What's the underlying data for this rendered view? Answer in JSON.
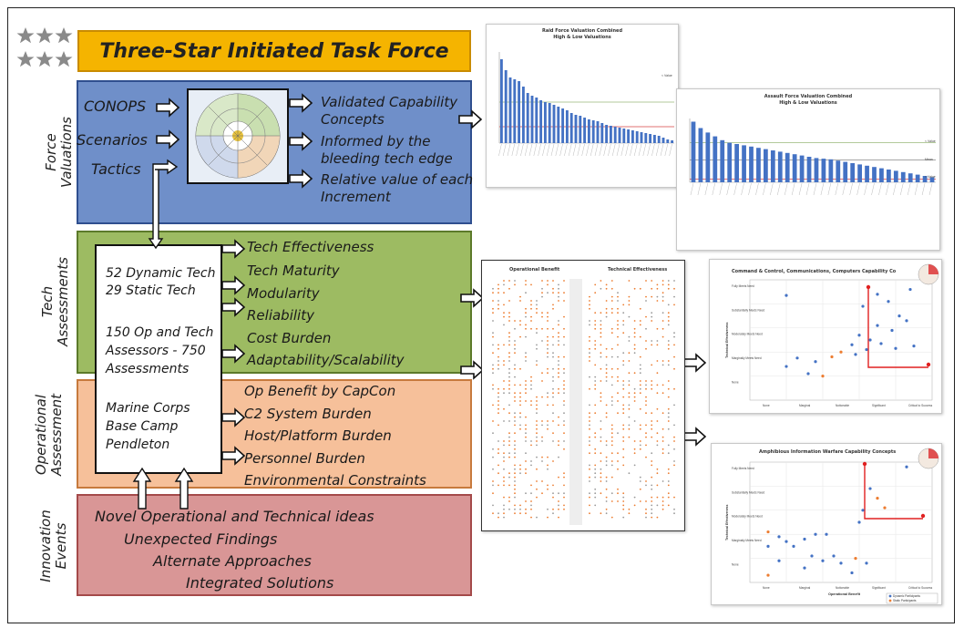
{
  "title": "Three-Star Initiated Task Force",
  "colors": {
    "title_fill": "#f5b400",
    "force_fill": "#6f8fc9",
    "tech_fill": "#9dbb62",
    "op_fill": "#f6c09a",
    "innov_fill": "#d99696",
    "bar_blue": "#4472c4",
    "orange": "#ed7d31",
    "red": "#e02020"
  },
  "rows": {
    "force": {
      "label_line1": "Force",
      "label_line2": "Valuations",
      "inputs": [
        "CONOPS",
        "Scenarios",
        "Tactics"
      ],
      "outputs": [
        "Validated Capability Concepts",
        "Informed by the bleeding tech edge",
        "Relative value of each Increment"
      ],
      "outputs_lines": [
        [
          "Validated Capability",
          "Concepts"
        ],
        [
          "Informed by the",
          "bleeding tech edge"
        ],
        [
          "Relative value of each",
          "Increment"
        ]
      ]
    },
    "tech": {
      "label_line1": "Tech",
      "label_line2": "Assessments",
      "outputs": [
        "Tech Effectiveness",
        "Tech Maturity",
        "Modularity",
        "Reliability",
        "Cost Burden",
        "Adaptability/Scalability"
      ]
    },
    "op": {
      "label_line1": "Operational",
      "label_line2": "Assessment",
      "outputs": [
        "Op Benefit by CapCon",
        "C2 System Burden",
        "Host/Platform Burden",
        "Personnel Burden",
        "Environmental Constraints"
      ]
    },
    "innovation": {
      "label_line1": "Innovation",
      "label_line2": "Events",
      "items": [
        "Novel Operational and Technical ideas",
        "Unexpected Findings",
        "Alternate Approaches",
        "Integrated Solutions"
      ]
    }
  },
  "center_box": {
    "line1": "52 Dynamic Tech",
    "line2": "29 Static Tech",
    "line3": "150 Op and Tech",
    "line4": "Assessors - 750",
    "line5": "Assessments",
    "line6": "Marine Corps",
    "line7": "Base Camp",
    "line8": "Pendleton"
  },
  "charts": {
    "raid": {
      "title": "Raid Force Valuation Combined",
      "subtitle": "High & Low Valuations",
      "values": [
        92,
        80,
        72,
        70,
        68,
        62,
        55,
        52,
        50,
        47,
        45,
        44,
        42,
        40,
        38,
        36,
        33,
        31,
        30,
        28,
        26,
        25,
        24,
        22,
        20,
        19,
        18,
        17,
        16,
        15,
        14,
        13,
        12,
        11,
        10,
        9,
        8,
        6,
        4,
        3
      ],
      "ref_label": "< Value"
    },
    "assault": {
      "title": "Assault Force Valuation Combined",
      "subtitle": "High & Low Valuations",
      "values": [
        95,
        85,
        78,
        72,
        66,
        62,
        60,
        58,
        56,
        54,
        52,
        50,
        48,
        46,
        44,
        42,
        40,
        38,
        37,
        36,
        34,
        32,
        30,
        28,
        26,
        24,
        22,
        20,
        18,
        16,
        14,
        12,
        10,
        8
      ],
      "ref_labels": [
        "< Value",
        "Mean",
        "< Value"
      ]
    },
    "matrix": {
      "col1": "Operational Benefit",
      "col2": "Technical Effectiveness"
    },
    "c2": {
      "title": "Command & Control, Communications, Computers Capability Co",
      "ylabel": "Technical Effectiveness",
      "yticks": [
        "Fully Meets Need",
        "Substantially Meets Need",
        "Moderately Meets Need",
        "Marginally Meets Need",
        "None"
      ],
      "xticks": [
        "None",
        "Marginal",
        "Noticeable",
        "Significant",
        "Critical to Success"
      ]
    },
    "aiw": {
      "title": "Amphibious Information Warfare Capability Concepts",
      "ylabel": "Technical Effectiveness",
      "xlabel": "Operational Benefit",
      "yticks": [
        "Fully Meets Need",
        "Substantially Meets Need",
        "Moderately Meets Need",
        "Marginally Meets Need",
        "None"
      ],
      "xticks": [
        "None",
        "Marginal",
        "Noticeable",
        "Significant",
        "Critical to Success"
      ],
      "legend": [
        "Dynamic Participants",
        "Static Participants"
      ]
    }
  }
}
